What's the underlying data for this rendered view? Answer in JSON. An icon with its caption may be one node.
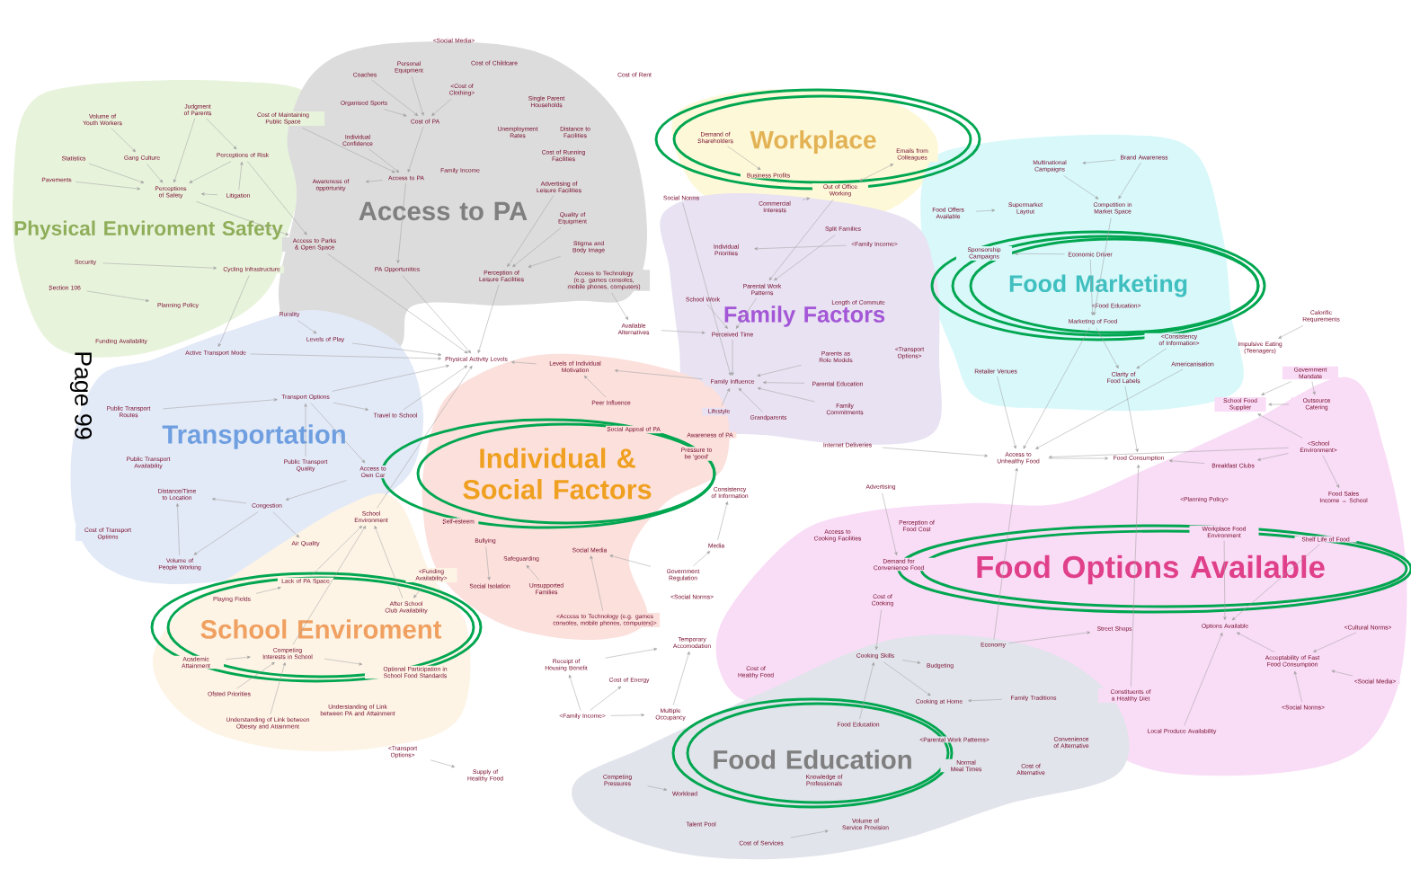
{
  "diagram": {
    "nodes": [
      {
        "text": [
          "Physical Enviroment Safety"
        ]
      },
      {
        "text": [
          "Access to PA"
        ]
      },
      {
        "text": [
          "Workplace"
        ]
      },
      {
        "text": [
          "Food Marketing"
        ]
      },
      {
        "text": [
          "Family Factors"
        ]
      },
      {
        "text": [
          "Transportation"
        ]
      },
      {
        "text": [
          "Individual & Social Factors"
        ]
      },
      {
        "text": [
          "School Enviroment"
        ]
      },
      {
        "text": [
          "Food Options Available"
        ]
      },
      {
        "text": [
          "Food Education"
        ]
      },
      {
        "text": [
          "Volume of Youth Workers"
        ],
        "in": 0
      },
      {
        "text": [
          "Judgment of Parents"
        ],
        "in": 0
      },
      {
        "text": [
          "Cost of Maintaining Public Space"
        ],
        "in": 0
      },
      {
        "text": [
          "Statistics"
        ],
        "in": 0
      },
      {
        "text": [
          "Gang Culture"
        ],
        "in": 0
      },
      {
        "text": [
          "Perceptions of Risk"
        ],
        "in": 0
      },
      {
        "text": [
          "Pavements"
        ],
        "in": 0
      },
      {
        "text": [
          "Perceptions of Safety"
        ],
        "in": 0
      },
      {
        "text": [
          "Litigation"
        ],
        "in": 0
      },
      {
        "text": [
          "Security"
        ],
        "in": 0
      },
      {
        "text": [
          "Access to Parks & Open Space"
        ],
        "in": 1
      },
      {
        "text": [
          "Cycling Infrastructure"
        ],
        "in": 0
      },
      {
        "text": [
          "Section 106"
        ],
        "in": 0
      },
      {
        "text": [
          "Planning Policy"
        ],
        "in": 0
      },
      {
        "text": [
          "Funding Availability"
        ],
        "in": 0
      },
      {
        "text": [
          "Rurality"
        ]
      },
      {
        "text": [
          "Levels of Play"
        ]
      },
      {
        "text": [
          "Active Transport Mode"
        ],
        "in": 5
      },
      {
        "text": [
          "Coaches"
        ],
        "in": 1
      },
      {
        "text": [
          "Personal Equipment"
        ],
        "in": 1
      },
      {
        "text": [
          "Cost of Childcare"
        ],
        "in": 1
      },
      {
        "text": [
          "<Cost of Clothing>"
        ],
        "in": 1
      },
      {
        "text": [
          "Organised Sports"
        ],
        "in": 1
      },
      {
        "text": [
          "Cost of PA"
        ],
        "in": 1
      },
      {
        "text": [
          "Single Parent Households"
        ],
        "in": 1
      },
      {
        "text": [
          "Unemployment Rates"
        ],
        "in": 1
      },
      {
        "text": [
          "Distance to Facilities"
        ],
        "in": 1
      },
      {
        "text": [
          "Cost of Running Facilities"
        ],
        "in": 1
      },
      {
        "text": [
          "Individual Confidence"
        ],
        "in": 1
      },
      {
        "text": [
          "Family Income"
        ],
        "in": 1
      },
      {
        "text": [
          "Awareness of opportunity"
        ],
        "in": 1
      },
      {
        "text": [
          "Access to PA"
        ],
        "in": 1
      },
      {
        "text": [
          "Advertising of Leisure Facilities"
        ],
        "in": 1
      },
      {
        "text": [
          "Quality of Equipment"
        ],
        "in": 1
      },
      {
        "text": [
          "Stigma and Body Image"
        ],
        "in": 1
      },
      {
        "text": [
          "PA Opportunities"
        ],
        "in": 1
      },
      {
        "text": [
          "Perception of Leisure Facilities"
        ],
        "in": 1
      },
      {
        "text": [
          "Access to Technology (e.g. games consoles, mobile phones, computers)"
        ],
        "in": 1
      },
      {
        "text": [
          "Available Alternatives"
        ]
      },
      {
        "text": [
          "Cost of Rent"
        ]
      },
      {
        "text": [
          "<Social Media>"
        ]
      },
      {
        "text": [
          "Physical Activity Levels"
        ]
      },
      {
        "text": [
          "Levels of Individual Motivation"
        ],
        "in": 6
      },
      {
        "text": [
          "Social Norms"
        ]
      },
      {
        "text": [
          "Demand of Shareholders"
        ],
        "in": 2
      },
      {
        "text": [
          "Emails from Colleagues"
        ],
        "in": 2
      },
      {
        "text": [
          "Business Profits"
        ],
        "in": 2
      },
      {
        "text": [
          "Out of Office Working"
        ],
        "in": 2
      },
      {
        "text": [
          "Commercial Interests"
        ]
      },
      {
        "text": [
          "Split Families"
        ],
        "in": 4
      },
      {
        "text": [
          "<Family Income>"
        ],
        "in": 4
      },
      {
        "text": [
          "Individual Priorities"
        ],
        "in": 4
      },
      {
        "text": [
          "Parental Work Patterns"
        ],
        "in": 4
      },
      {
        "text": [
          "School Work"
        ],
        "in": 4
      },
      {
        "text": [
          "Length of Commute"
        ],
        "in": 4
      },
      {
        "text": [
          "Perceived Time"
        ],
        "in": 4
      },
      {
        "text": [
          "Parents as Role Models"
        ],
        "in": 4
      },
      {
        "text": [
          "<Transport Options>"
        ],
        "in": 4
      },
      {
        "text": [
          "Family Influence"
        ],
        "in": 4
      },
      {
        "text": [
          "Parental Education"
        ],
        "in": 4
      },
      {
        "text": [
          "Lifestyle"
        ],
        "in": 4
      },
      {
        "text": [
          "Grandparents"
        ],
        "in": 4
      },
      {
        "text": [
          "Family Commitments"
        ],
        "in": 4
      },
      {
        "text": [
          "Internet Deliveries"
        ]
      },
      {
        "text": [
          "Food Offers Available"
        ],
        "in": 3
      },
      {
        "text": [
          "Multinational Campaigns"
        ],
        "in": 3
      },
      {
        "text": [
          "Brand Awareness"
        ],
        "in": 3
      },
      {
        "text": [
          "Supermarket Layout"
        ],
        "in": 3
      },
      {
        "text": [
          "Competition in Market Space"
        ],
        "in": 3
      },
      {
        "text": [
          "Sponsorship Campaigns"
        ],
        "in": 3
      },
      {
        "text": [
          "Economic Driver"
        ],
        "in": 3
      },
      {
        "text": [
          "<Food Education>"
        ],
        "in": 3
      },
      {
        "text": [
          "Marketing of Food"
        ],
        "in": 3
      },
      {
        "text": [
          "<Consistency of Information>"
        ],
        "in": 3
      },
      {
        "text": [
          "Retailer Venues"
        ],
        "in": 3
      },
      {
        "text": [
          "Clarity of Food Labels"
        ],
        "in": 3
      },
      {
        "text": [
          "Americanisation"
        ],
        "in": 3
      },
      {
        "text": [
          "Calorific Requirements"
        ]
      },
      {
        "text": [
          "Impulsive Eating (Teenagers)"
        ]
      },
      {
        "text": [
          "Government Mandate"
        ],
        "in": 8
      },
      {
        "text": [
          "School Food Supplier"
        ],
        "in": 8
      },
      {
        "text": [
          "Outsource Catering"
        ],
        "in": 8
      },
      {
        "text": [
          "<School Environment>"
        ],
        "in": 8
      },
      {
        "text": [
          "Food Sales Income → School"
        ],
        "in": 8
      },
      {
        "text": [
          "Access to Unhealthy Food"
        ]
      },
      {
        "text": [
          "Food Consumption"
        ]
      },
      {
        "text": [
          "Breakfast Clubs"
        ],
        "in": 8
      },
      {
        "text": [
          "<Planning Policy>"
        ],
        "in": 8
      },
      {
        "text": [
          "Workplace Food Environment"
        ],
        "in": 8
      },
      {
        "text": [
          "Shelf Life of Food"
        ],
        "in": 8
      },
      {
        "text": [
          "Options Available"
        ],
        "in": 8
      },
      {
        "text": [
          "Street Shops"
        ],
        "in": 8
      },
      {
        "text": [
          "Economy"
        ]
      },
      {
        "text": [
          "<Cultural Norms>"
        ],
        "in": 8
      },
      {
        "text": [
          "Acceptability of Fast Food Consumption"
        ],
        "in": 8
      },
      {
        "text": [
          "<Social Media>"
        ],
        "in": 8
      },
      {
        "text": [
          "<Social Norms>"
        ],
        "in": 8
      },
      {
        "text": [
          "Constituents of a Healthy Diet"
        ],
        "in": 8
      },
      {
        "text": [
          "Local Produce Availability"
        ],
        "in": 8
      },
      {
        "text": [
          "Family Traditions"
        ],
        "in": 9
      },
      {
        "text": [
          "Convenience of Alternative"
        ],
        "in": 9
      },
      {
        "text": [
          "Cost of Alternative"
        ],
        "in": 9
      },
      {
        "text": [
          "Normal Meal Times"
        ],
        "in": 9
      },
      {
        "text": [
          "Cooking at Home"
        ],
        "in": 9
      },
      {
        "text": [
          "Budgeting"
        ],
        "in": 9
      },
      {
        "text": [
          "Cooking Skills"
        ]
      },
      {
        "text": [
          "Cost of Cooking"
        ],
        "in": 8
      },
      {
        "text": [
          "Demand for Convenience Food"
        ],
        "in": 8
      },
      {
        "text": [
          "Perception of Food Cost"
        ],
        "in": 8
      },
      {
        "text": [
          "Access to Cooking Facilities"
        ],
        "in": 8
      },
      {
        "text": [
          "Advertising"
        ]
      },
      {
        "text": [
          "Cost of Healthy Food"
        ],
        "in": 8
      },
      {
        "text": [
          "Food Education"
        ],
        "in": 9
      },
      {
        "text": [
          "<Parental Work Patterns>"
        ],
        "in": 9
      },
      {
        "text": [
          "Knowledge of Professionals"
        ],
        "in": 9
      },
      {
        "text": [
          "Competing Pressures"
        ],
        "in": 9
      },
      {
        "text": [
          "Workload"
        ],
        "in": 9
      },
      {
        "text": [
          "Talent Pool"
        ],
        "in": 9
      },
      {
        "text": [
          "Volume of Service Provision"
        ],
        "in": 9
      },
      {
        "text": [
          "Cost of Services"
        ],
        "in": 9
      },
      {
        "text": [
          "Media"
        ]
      },
      {
        "text": [
          "Government Regulation"
        ]
      },
      {
        "text": [
          "<Social Norms>"
        ]
      },
      {
        "text": [
          "Consistency of Information"
        ]
      },
      {
        "text": [
          "Temporary Accomodation"
        ]
      },
      {
        "text": [
          "Receipt of Housing Benefit"
        ]
      },
      {
        "text": [
          "Cost of Energy"
        ]
      },
      {
        "text": [
          "<Family Income>"
        ]
      },
      {
        "text": [
          "Multiple Occupancy"
        ]
      },
      {
        "text": [
          "<Transport Options>"
        ]
      },
      {
        "text": [
          "Supply of Healthy Food"
        ]
      },
      {
        "text": [
          "Peer Influence"
        ],
        "in": 6
      },
      {
        "text": [
          "Social Appeal of PA"
        ],
        "in": 6
      },
      {
        "text": [
          "Pressure to be 'good'"
        ],
        "in": 6
      },
      {
        "text": [
          "Awareness of PA"
        ],
        "in": 6
      },
      {
        "text": [
          "Self-esteem"
        ],
        "in": 6
      },
      {
        "text": [
          "Bullying"
        ],
        "in": 6
      },
      {
        "text": [
          "Safeguarding"
        ],
        "in": 6
      },
      {
        "text": [
          "Social Media"
        ],
        "in": 6
      },
      {
        "text": [
          "Unsupported Families"
        ],
        "in": 6
      },
      {
        "text": [
          "Social Isolation"
        ],
        "in": 6
      },
      {
        "text": [
          "<Access to Technology (e.g. games consoles, mobile phones, computers)>"
        ],
        "in": 6
      },
      {
        "text": [
          "<Funding Availability>"
        ],
        "in": 7
      },
      {
        "text": [
          "Public Transport Routes"
        ],
        "in": 5
      },
      {
        "text": [
          "Transport Options"
        ],
        "in": 5
      },
      {
        "text": [
          "Travel to School"
        ],
        "in": 5
      },
      {
        "text": [
          "Public Transport Availability"
        ],
        "in": 5
      },
      {
        "text": [
          "Public Transport Quality"
        ],
        "in": 5
      },
      {
        "text": [
          "Access to Own Car"
        ],
        "in": 5
      },
      {
        "text": [
          "Distance/Time to Location"
        ],
        "in": 5
      },
      {
        "text": [
          "Congestion"
        ],
        "in": 5
      },
      {
        "text": [
          "Cost of Transport Options"
        ],
        "in": 5
      },
      {
        "text": [
          "Air Quality"
        ]
      },
      {
        "text": [
          "Volume of People Working"
        ],
        "in": 5
      },
      {
        "text": [
          "School Environment"
        ],
        "in": 7
      },
      {
        "text": [
          "Lack of PA Space"
        ],
        "in": 7
      },
      {
        "text": [
          "Playing Fields"
        ],
        "in": 7
      },
      {
        "text": [
          "After School Club Availability"
        ],
        "in": 7
      },
      {
        "text": [
          "Academic Attainment"
        ],
        "in": 7
      },
      {
        "text": [
          "Competing Interests in School"
        ],
        "in": 7
      },
      {
        "text": [
          "Optional Participation in School Food Standards"
        ],
        "in": 7
      },
      {
        "text": [
          "Ofsted Priorities"
        ],
        "in": 7
      },
      {
        "text": [
          "Understanding of Link between PA and Attainment"
        ],
        "in": 7
      },
      {
        "text": [
          "Understanding of Link between Obesity and Attainment"
        ],
        "in": 7
      }
    ],
    "edges": [
      {
        "from": 10,
        "to": 14,
        "arrow": "to"
      },
      {
        "from": 14,
        "to": 17,
        "arrow": "to"
      },
      {
        "from": 11,
        "to": 17,
        "arrow": "to"
      },
      {
        "from": 13,
        "to": 17,
        "arrow": "to"
      },
      {
        "from": 16,
        "to": 17,
        "arrow": "to"
      },
      {
        "from": 15,
        "to": 17,
        "arrow": "to"
      },
      {
        "from": 18,
        "to": 17,
        "arrow": "to"
      },
      {
        "from": 18,
        "to": 15,
        "arrow": "to"
      },
      {
        "from": 11,
        "to": 15,
        "arrow": "to"
      },
      {
        "from": 12,
        "to": 41,
        "arrow": "to"
      },
      {
        "from": 17,
        "to": 20,
        "arrow": "to"
      },
      {
        "from": 22,
        "to": 23,
        "arrow": "to"
      },
      {
        "from": 19,
        "to": 21,
        "arrow": "to"
      },
      {
        "from": 21,
        "to": 27,
        "arrow": "to"
      },
      {
        "from": 25,
        "to": 26,
        "arrow": "to"
      },
      {
        "from": 26,
        "to": 51,
        "arrow": "to"
      },
      {
        "from": 27,
        "to": 51,
        "arrow": "to"
      },
      {
        "from": 15,
        "to": 20,
        "arrow": "to"
      },
      {
        "from": 28,
        "to": 33,
        "arrow": "to"
      },
      {
        "from": 29,
        "to": 33,
        "arrow": "to"
      },
      {
        "from": 32,
        "to": 33,
        "arrow": "to"
      },
      {
        "from": 31,
        "to": 33,
        "arrow": "to"
      },
      {
        "from": 38,
        "to": 41,
        "arrow": "to"
      },
      {
        "from": 33,
        "to": 41,
        "arrow": "to"
      },
      {
        "from": 41,
        "to": 40,
        "arrow": "to"
      },
      {
        "from": 41,
        "to": 45,
        "arrow": "to"
      },
      {
        "from": 42,
        "to": 46,
        "arrow": "to"
      },
      {
        "from": 43,
        "to": 46,
        "arrow": "to"
      },
      {
        "from": 44,
        "to": 46,
        "arrow": "to"
      },
      {
        "from": 46,
        "to": 51,
        "arrow": "to"
      },
      {
        "from": 45,
        "to": 51,
        "arrow": "to"
      },
      {
        "from": 47,
        "to": 48,
        "arrow": "to"
      },
      {
        "from": 48,
        "to": 65,
        "arrow": "to"
      },
      {
        "from": 52,
        "to": 51,
        "arrow": "to"
      },
      {
        "from": 20,
        "to": 51,
        "arrow": "to"
      },
      {
        "from": 54,
        "to": 56,
        "arrow": "to"
      },
      {
        "from": 55,
        "to": 57,
        "arrow": "both"
      },
      {
        "from": 58,
        "to": 57,
        "arrow": "to"
      },
      {
        "from": 57,
        "to": 62,
        "arrow": "to"
      },
      {
        "from": 60,
        "to": 61,
        "arrow": "to"
      },
      {
        "from": 59,
        "to": 62,
        "arrow": "to"
      },
      {
        "from": 62,
        "to": 65,
        "arrow": "to"
      },
      {
        "from": 65,
        "to": 68,
        "arrow": "to"
      },
      {
        "from": 66,
        "to": 68,
        "arrow": "to"
      },
      {
        "from": 69,
        "to": 68,
        "arrow": "to"
      },
      {
        "from": 72,
        "to": 68,
        "arrow": "to"
      },
      {
        "from": 70,
        "to": 68,
        "arrow": "to"
      },
      {
        "from": 71,
        "to": 68,
        "arrow": "to"
      },
      {
        "from": 68,
        "to": 52,
        "arrow": "to"
      },
      {
        "from": 53,
        "to": 68,
        "arrow": "to"
      },
      {
        "from": 63,
        "to": 65,
        "arrow": "to"
      },
      {
        "from": 141,
        "to": 52,
        "arrow": "to"
      },
      {
        "from": 149,
        "to": 147,
        "arrow": "to"
      },
      {
        "from": 151,
        "to": 148,
        "arrow": "to"
      },
      {
        "from": 131,
        "to": 148,
        "arrow": "to"
      },
      {
        "from": 131,
        "to": 130,
        "arrow": "to"
      },
      {
        "from": 130,
        "to": 133,
        "arrow": "to"
      },
      {
        "from": 146,
        "to": 150,
        "arrow": "to"
      },
      {
        "from": 153,
        "to": 154,
        "arrow": "to"
      },
      {
        "from": 154,
        "to": 155,
        "arrow": "to"
      },
      {
        "from": 154,
        "to": 51,
        "arrow": "to"
      },
      {
        "from": 157,
        "to": 154,
        "arrow": "to"
      },
      {
        "from": 158,
        "to": 160,
        "arrow": "to"
      },
      {
        "from": 160,
        "to": 159,
        "arrow": "to"
      },
      {
        "from": 160,
        "to": 162,
        "arrow": "to"
      },
      {
        "from": 160,
        "to": 163,
        "arrow": "to"
      },
      {
        "from": 163,
        "to": 159,
        "arrow": "to"
      },
      {
        "from": 154,
        "to": 158,
        "arrow": "to"
      },
      {
        "from": 155,
        "to": 51,
        "arrow": "to"
      },
      {
        "from": 166,
        "to": 165,
        "arrow": "to"
      },
      {
        "from": 165,
        "to": 164,
        "arrow": "to"
      },
      {
        "from": 167,
        "to": 164,
        "arrow": "to"
      },
      {
        "from": 169,
        "to": 164,
        "arrow": "to"
      },
      {
        "from": 171,
        "to": 169,
        "arrow": "to"
      },
      {
        "from": 168,
        "to": 169,
        "arrow": "to"
      },
      {
        "from": 173,
        "to": 169,
        "arrow": "to"
      },
      {
        "from": 169,
        "to": 170,
        "arrow": "to"
      },
      {
        "from": 152,
        "to": 167,
        "arrow": "to"
      },
      {
        "from": 164,
        "to": 51,
        "arrow": "to"
      },
      {
        "from": 76,
        "to": 75,
        "arrow": "to"
      },
      {
        "from": 76,
        "to": 78,
        "arrow": "to"
      },
      {
        "from": 75,
        "to": 78,
        "arrow": "to"
      },
      {
        "from": 74,
        "to": 77,
        "arrow": "to"
      },
      {
        "from": 80,
        "to": 79,
        "arrow": "to"
      },
      {
        "from": 80,
        "to": 82,
        "arrow": "to"
      },
      {
        "from": 78,
        "to": 82,
        "arrow": "to"
      },
      {
        "from": 82,
        "to": 85,
        "arrow": "to"
      },
      {
        "from": 83,
        "to": 85,
        "arrow": "to"
      },
      {
        "from": 82,
        "to": 94,
        "arrow": "to"
      },
      {
        "from": 84,
        "to": 94,
        "arrow": "to"
      },
      {
        "from": 94,
        "to": 95,
        "arrow": "to"
      },
      {
        "from": 85,
        "to": 95,
        "arrow": "to"
      },
      {
        "from": 87,
        "to": 88,
        "arrow": "to"
      },
      {
        "from": 89,
        "to": 90,
        "arrow": "to"
      },
      {
        "from": 89,
        "to": 91,
        "arrow": "to"
      },
      {
        "from": 91,
        "to": 90,
        "arrow": "to"
      },
      {
        "from": 92,
        "to": 90,
        "arrow": "to"
      },
      {
        "from": 92,
        "to": 96,
        "arrow": "to"
      },
      {
        "from": 92,
        "to": 93,
        "arrow": "to"
      },
      {
        "from": 96,
        "to": 95,
        "arrow": "to"
      },
      {
        "from": 92,
        "to": 94,
        "arrow": "to"
      },
      {
        "from": 98,
        "to": 100,
        "arrow": "to"
      },
      {
        "from": 99,
        "to": 100,
        "arrow": "to"
      },
      {
        "from": 104,
        "to": 100,
        "arrow": "to"
      },
      {
        "from": 103,
        "to": 104,
        "arrow": "to"
      },
      {
        "from": 105,
        "to": 104,
        "arrow": "to"
      },
      {
        "from": 106,
        "to": 104,
        "arrow": "to"
      },
      {
        "from": 108,
        "to": 100,
        "arrow": "to"
      },
      {
        "from": 102,
        "to": 101,
        "arrow": "to"
      },
      {
        "from": 102,
        "to": 94,
        "arrow": "to"
      },
      {
        "from": 86,
        "to": 94,
        "arrow": "to"
      },
      {
        "from": 115,
        "to": 114,
        "arrow": "to"
      },
      {
        "from": 115,
        "to": 113,
        "arrow": "to"
      },
      {
        "from": 109,
        "to": 113,
        "arrow": "to"
      },
      {
        "from": 116,
        "to": 115,
        "arrow": "to"
      },
      {
        "from": 122,
        "to": 115,
        "arrow": "to"
      },
      {
        "from": 125,
        "to": 126,
        "arrow": "to"
      },
      {
        "from": 129,
        "to": 128,
        "arrow": "to"
      },
      {
        "from": 137,
        "to": 138,
        "arrow": "to"
      },
      {
        "from": 137,
        "to": 136,
        "arrow": "to"
      },
      {
        "from": 137,
        "to": 135,
        "arrow": "to"
      },
      {
        "from": 138,
        "to": 134,
        "arrow": "to"
      },
      {
        "from": 135,
        "to": 134,
        "arrow": "to"
      },
      {
        "from": 139,
        "to": 140,
        "arrow": "to"
      },
      {
        "from": 73,
        "to": 94,
        "arrow": "to"
      },
      {
        "from": 120,
        "to": 117,
        "arrow": "to"
      },
      {
        "from": 107,
        "to": 95,
        "arrow": "to"
      }
    ],
    "labels": [
      "Page 99"
    ]
  }
}
